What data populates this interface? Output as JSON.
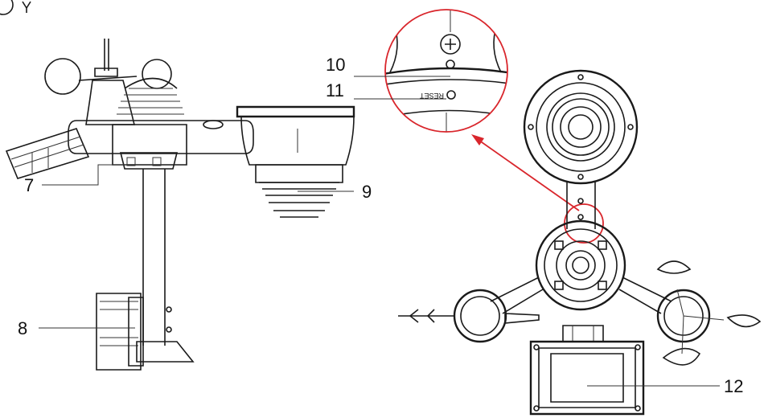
{
  "labels": {
    "l7": "7",
    "l8": "8",
    "l9": "9",
    "l10": "10",
    "l11": "11",
    "l12": "12"
  },
  "zoom": {
    "reset_text": "RESET"
  },
  "colors": {
    "line": "#1a1a1a",
    "callout": "#d9262c"
  }
}
